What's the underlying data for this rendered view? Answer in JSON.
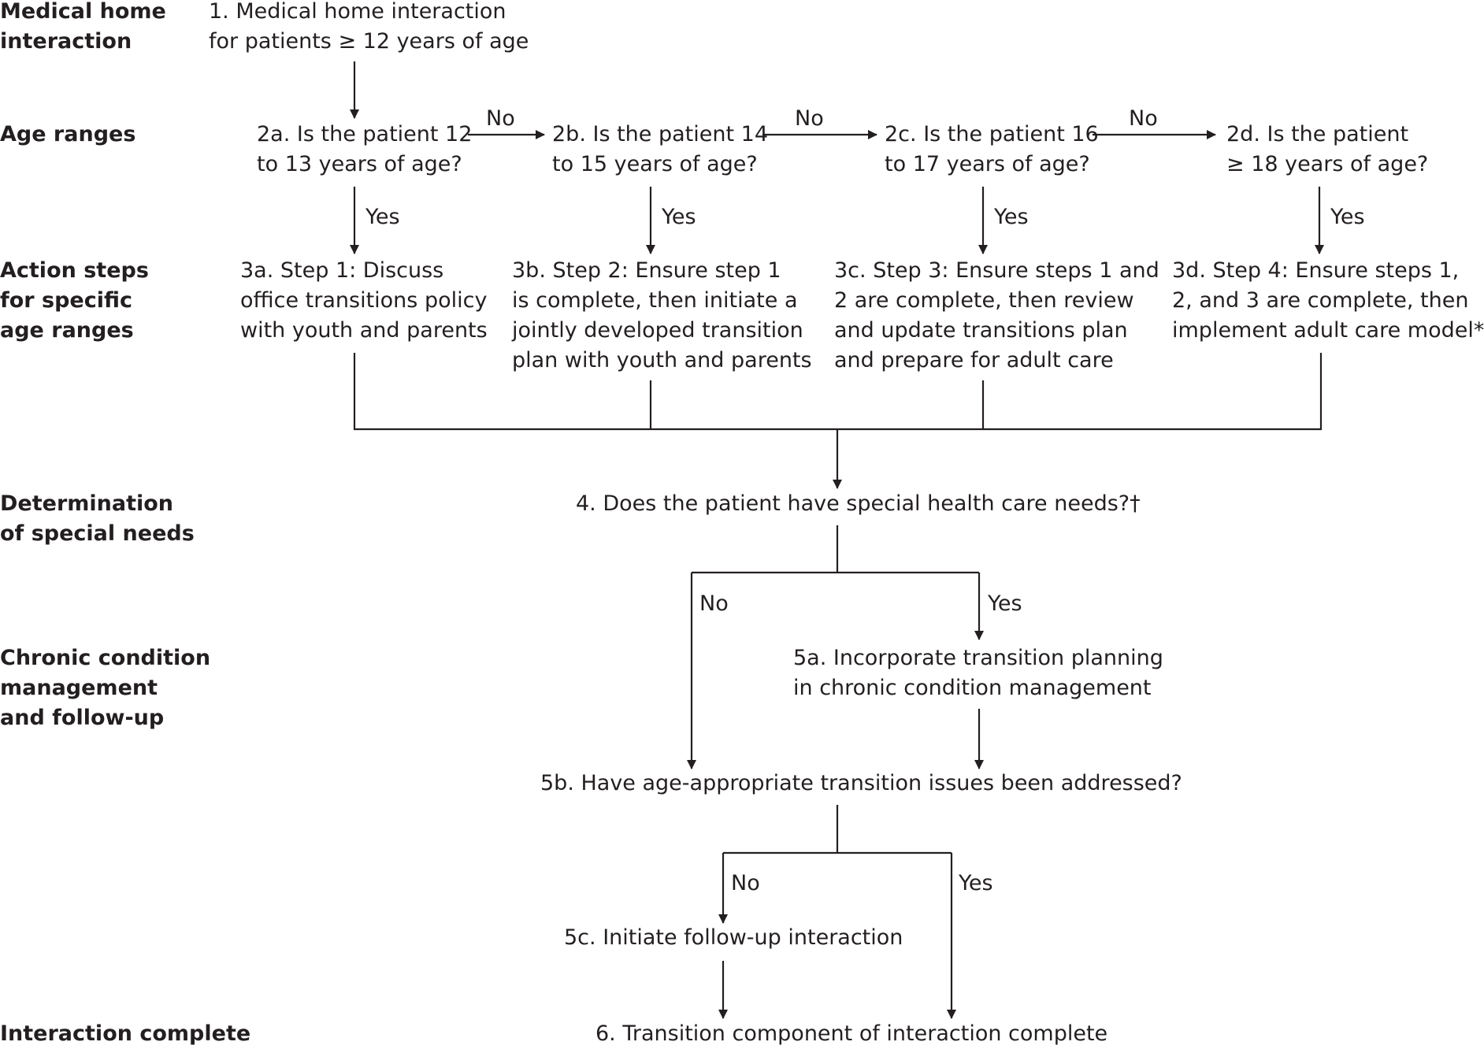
{
  "labels": {
    "medical_home": "Medical home\ninteraction",
    "age_ranges": "Age ranges",
    "action_steps": "Action steps\nfor specific\nage ranges",
    "determination": "Determination\nof special needs",
    "chronic": "Chronic condition\nmanagement\nand follow-up",
    "complete": "Interaction complete"
  },
  "nodes": {
    "n1": "1. Medical home interaction\nfor patients ≥ 12 years of age",
    "n2a": "2a. Is the patient 12\nto 13 years of age?",
    "n2b": "2b. Is the patient 14\nto 15 years of age?",
    "n2c": "2c. Is the patient 16\nto 17 years of age?",
    "n2d": "2d. Is the patient\n≥ 18 years of age?",
    "n3a": "3a. Step 1: Discuss\noffice transitions policy\nwith youth and parents",
    "n3b": "3b. Step 2: Ensure step 1\nis complete, then initiate a\njointly developed transition\nplan with youth and parents",
    "n3c": "3c. Step 3: Ensure steps 1 and\n2 are complete, then review\nand update transitions plan\nand prepare for adult care",
    "n3d": "3d. Step 4: Ensure steps 1,\n2, and 3 are complete, then\nimplement adult care model*",
    "n4": "4. Does the patient have special health care needs?†",
    "n5a": "5a. Incorporate transition planning\nin chronic condition management",
    "n5b": "5b. Have age-appropriate transition issues been addressed?",
    "n5c": "5c. Initiate follow-up interaction",
    "n6": "6. Transition component of interaction complete"
  },
  "edge_labels": {
    "no": "No",
    "yes": "Yes"
  }
}
